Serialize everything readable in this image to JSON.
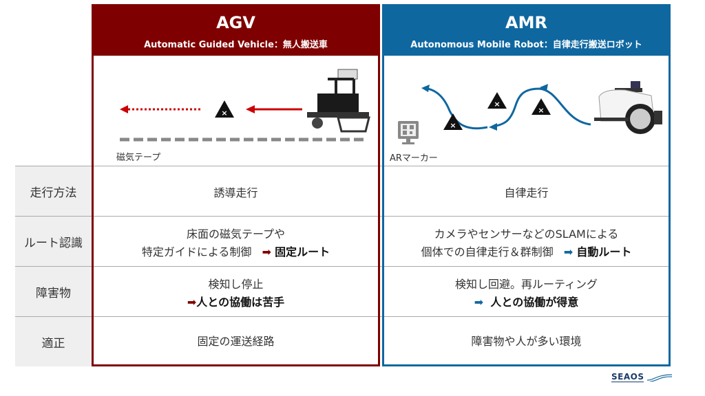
{
  "colors": {
    "agv": "#7f0000",
    "amr": "#0f67a0"
  },
  "row_labels": [
    "走行方法",
    "ルート認識",
    "障害物",
    "適正"
  ],
  "agv": {
    "title": "AGV",
    "subtitle": "Automatic Guided Vehicle：無人搬送車",
    "illustration_caption": "磁気テープ",
    "rows": [
      {
        "line1": "誘導走行"
      },
      {
        "line1": "床面の磁気テープや",
        "line2_prefix": "特定ガイドによる制御",
        "arrow": "➡",
        "line2_bold": "固定ルート"
      },
      {
        "line1": "検知し停止",
        "arrow": "➡",
        "line2_bold": "人との協働は苦手"
      },
      {
        "line1": "固定の運送経路"
      }
    ]
  },
  "amr": {
    "title": "AMR",
    "subtitle": "Autonomous Mobile Robot：自律走行搬送ロボット",
    "illustration_caption": "ARマーカー",
    "rows": [
      {
        "line1": "自律走行"
      },
      {
        "line1": "カメラやセンサーなどのSLAMによる",
        "line2_prefix": "個体での自律走行＆群制御",
        "arrow": "➡",
        "line2_bold": "自動ルート"
      },
      {
        "line1": "検知し回避。再ルーティング",
        "arrow": "➡",
        "line2_bold": "人との協働が得意"
      },
      {
        "line1": "障害物や人が多い環境"
      }
    ]
  },
  "logo": "SEAOS"
}
